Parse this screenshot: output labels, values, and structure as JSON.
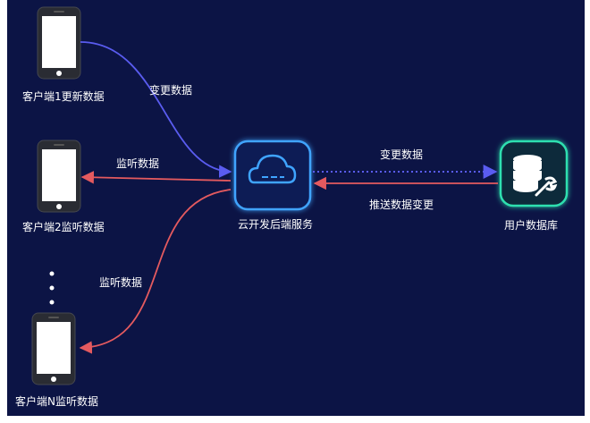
{
  "clients": {
    "c1": {
      "label": "客户端1更新数据"
    },
    "c2": {
      "label": "客户端2监听数据"
    },
    "cn": {
      "label": "客户端N监听数据"
    }
  },
  "edges": {
    "c1_to_server": "变更数据",
    "server_to_c2": "监听数据",
    "server_to_cn": "监听数据",
    "server_to_db": "变更数据",
    "db_to_server": "推送数据变更"
  },
  "server": {
    "label": "云开发后端服务",
    "icon": "cloud-icon"
  },
  "database": {
    "label": "用户数据库",
    "icon": "database-wrench-icon"
  },
  "colors": {
    "background": "#0c1445",
    "blue_arrow": "#5a5cf0",
    "red_arrow": "#e45a5f",
    "server_glow": "#3fa4ff",
    "db_glow": "#2fe0b0",
    "phone_body": "#2a2c33",
    "phone_screen": "#ffffff"
  }
}
